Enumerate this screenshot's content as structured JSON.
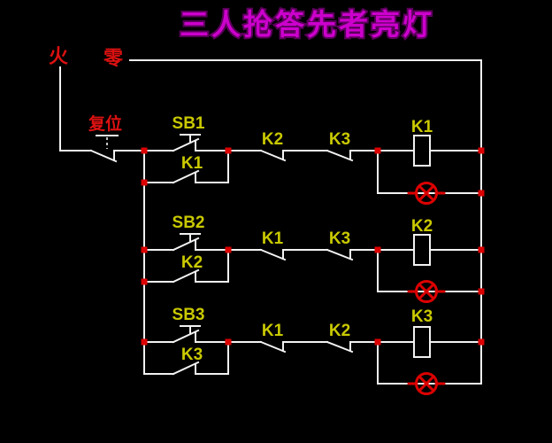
{
  "title": "三人抢答先者亮灯",
  "power": {
    "live_label": "火",
    "neutral_label": "零"
  },
  "reset": {
    "label": "复位",
    "contact_type": "normally-closed pushbutton"
  },
  "rows": [
    {
      "button": "SB1",
      "latch_contact": "K1",
      "interlock_a": "K2",
      "interlock_b": "K3",
      "coil": "K1"
    },
    {
      "button": "SB2",
      "latch_contact": "K2",
      "interlock_a": "K1",
      "interlock_b": "K3",
      "coil": "K2"
    },
    {
      "button": "SB3",
      "latch_contact": "K3",
      "interlock_a": "K1",
      "interlock_b": "K2",
      "coil": "K3"
    }
  ],
  "colors": {
    "background": "#000000",
    "wire": "#f2f2f2",
    "label_yellow": "#c9c900",
    "label_red": "#dd1111",
    "title_magenta": "#cc00cc",
    "junction_dot": "#dd0000",
    "lamp_red": "#dd0000"
  }
}
